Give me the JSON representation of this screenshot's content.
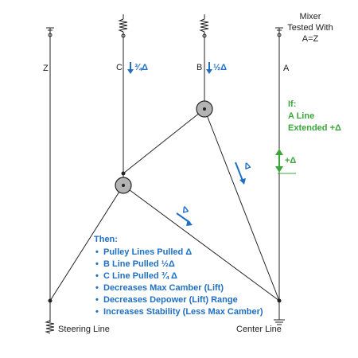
{
  "mixer": {
    "lines": [
      "Mixer",
      "Tested With",
      "A=Z"
    ]
  },
  "line_labels": {
    "z": "Z",
    "c": "C",
    "b": "B",
    "a": "A"
  },
  "pull_labels": {
    "c": "¾Δ",
    "b": "½Δ"
  },
  "delta_marks": {
    "upper": "Δ",
    "lower": "Δ"
  },
  "if_block": {
    "title": "If:",
    "line1": "A Line",
    "line2": "Extended +Δ"
  },
  "extension_label": "+Δ",
  "then_block": {
    "title": "Then:",
    "items": [
      "Pulley Lines Pulled Δ",
      "B Line Pulled ½Δ",
      "C Line Pulled ¾ Δ",
      "Decreases Max Camber (Lift)",
      "Decreases Depower (Lift) Range",
      "Increases Stability (Less Max Camber)"
    ]
  },
  "bottom_labels": {
    "steering": "Steering Line",
    "center": "Center Line"
  },
  "colors": {
    "blue": "#1f6fc4",
    "green": "#3aa63a",
    "line": "#222222",
    "pulley_fill": "#b3b3b3"
  }
}
